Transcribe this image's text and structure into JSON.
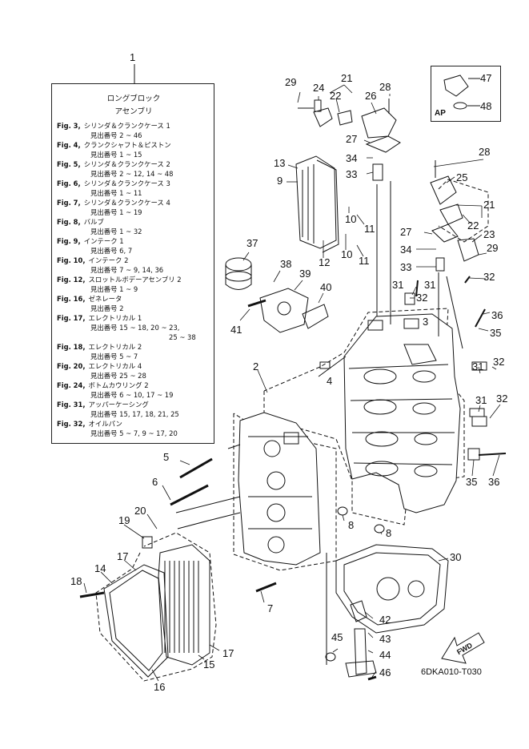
{
  "header_number": "1",
  "legend": {
    "title_line1": "ロングブロック",
    "title_line2": "アセンブリ",
    "entries": [
      {
        "fig": "Fig. 3,",
        "name": "シリンダ＆クランクケース 1",
        "sub": "見出番号 2 ~ 46"
      },
      {
        "fig": "Fig. 4,",
        "name": "クランクシャフト＆ピストン",
        "sub": "見出番号 1 ~ 15"
      },
      {
        "fig": "Fig. 5,",
        "name": "シリンダ＆クランクケース 2",
        "sub": "見出番号 2 ~ 12, 14 ~ 48"
      },
      {
        "fig": "Fig. 6,",
        "name": "シリンダ＆クランクケース 3",
        "sub": "見出番号 1 ~ 11"
      },
      {
        "fig": "Fig. 7,",
        "name": "シリンダ＆クランクケース 4",
        "sub": "見出番号 1 ~ 19"
      },
      {
        "fig": "Fig. 8,",
        "name": "バルブ",
        "sub": "見出番号 1 ~ 32"
      },
      {
        "fig": "Fig. 9,",
        "name": "インテーク 1",
        "sub": "見出番号 6, 7"
      },
      {
        "fig": "Fig. 10,",
        "name": "インテーク 2",
        "sub": "見出番号 7 ~ 9, 14, 36"
      },
      {
        "fig": "Fig. 12,",
        "name": "スロットルボデーアセンブリ 2",
        "sub": "見出番号 1 ~ 9"
      },
      {
        "fig": "Fig. 16,",
        "name": "ゼネレータ",
        "sub": "見出番号 2"
      },
      {
        "fig": "Fig. 17,",
        "name": "エレクトリカル 1",
        "sub": "見出番号 15 ~ 18, 20 ~ 23,",
        "sub2": "25 ~ 38"
      },
      {
        "fig": "Fig. 18,",
        "name": "エレクトリカル 2",
        "sub": "見出番号 5 ~ 7"
      },
      {
        "fig": "Fig. 20,",
        "name": "エレクトリカル 4",
        "sub": "見出番号 25 ~ 28"
      },
      {
        "fig": "Fig. 24,",
        "name": "ボトムカウリング 2",
        "sub": "見出番号 6 ~ 10, 17 ~ 19"
      },
      {
        "fig": "Fig. 31,",
        "name": "アッパーケーシング",
        "sub": "見出番号 15, 17, 18, 21, 25"
      },
      {
        "fig": "Fig. 32,",
        "name": "オイルパン",
        "sub": "見出番号 5 ~ 7, 9 ~ 17, 20"
      }
    ]
  },
  "ap_box": {
    "label": "AP",
    "callouts": [
      "47",
      "48"
    ]
  },
  "fwd_label": "FWD",
  "drawing_code": "6DKA010-T030",
  "callouts": [
    {
      "id": "c2",
      "text": "2"
    },
    {
      "id": "c3",
      "text": "3"
    },
    {
      "id": "c4",
      "text": "4"
    },
    {
      "id": "c5",
      "text": "5"
    },
    {
      "id": "c6",
      "text": "6"
    },
    {
      "id": "c7",
      "text": "7"
    },
    {
      "id": "c8a",
      "text": "8"
    },
    {
      "id": "c8b",
      "text": "8"
    },
    {
      "id": "c9",
      "text": "9"
    },
    {
      "id": "c10a",
      "text": "10"
    },
    {
      "id": "c10b",
      "text": "10"
    },
    {
      "id": "c11a",
      "text": "11"
    },
    {
      "id": "c11b",
      "text": "11"
    },
    {
      "id": "c12",
      "text": "12"
    },
    {
      "id": "c13",
      "text": "13"
    },
    {
      "id": "c14",
      "text": "14"
    },
    {
      "id": "c15",
      "text": "15"
    },
    {
      "id": "c16",
      "text": "16"
    },
    {
      "id": "c17a",
      "text": "17"
    },
    {
      "id": "c17b",
      "text": "17"
    },
    {
      "id": "c18",
      "text": "18"
    },
    {
      "id": "c19",
      "text": "19"
    },
    {
      "id": "c20",
      "text": "20"
    },
    {
      "id": "c21a",
      "text": "21"
    },
    {
      "id": "c21b",
      "text": "21"
    },
    {
      "id": "c22a",
      "text": "22"
    },
    {
      "id": "c22b",
      "text": "22"
    },
    {
      "id": "c23",
      "text": "23"
    },
    {
      "id": "c24",
      "text": "24"
    },
    {
      "id": "c25",
      "text": "25"
    },
    {
      "id": "c26",
      "text": "26"
    },
    {
      "id": "c27a",
      "text": "27"
    },
    {
      "id": "c27b",
      "text": "27"
    },
    {
      "id": "c28a",
      "text": "28"
    },
    {
      "id": "c28b",
      "text": "28"
    },
    {
      "id": "c29a",
      "text": "29"
    },
    {
      "id": "c29b",
      "text": "29"
    },
    {
      "id": "c30",
      "text": "30"
    },
    {
      "id": "c31a",
      "text": "31"
    },
    {
      "id": "c31b",
      "text": "31"
    },
    {
      "id": "c31c",
      "text": "31"
    },
    {
      "id": "c31d",
      "text": "31"
    },
    {
      "id": "c32a",
      "text": "32"
    },
    {
      "id": "c32b",
      "text": "32"
    },
    {
      "id": "c32c",
      "text": "32"
    },
    {
      "id": "c32d",
      "text": "32"
    },
    {
      "id": "c33a",
      "text": "33"
    },
    {
      "id": "c33b",
      "text": "33"
    },
    {
      "id": "c34a",
      "text": "34"
    },
    {
      "id": "c34b",
      "text": "34"
    },
    {
      "id": "c35a",
      "text": "35"
    },
    {
      "id": "c35b",
      "text": "35"
    },
    {
      "id": "c36a",
      "text": "36"
    },
    {
      "id": "c36b",
      "text": "36"
    },
    {
      "id": "c37",
      "text": "37"
    },
    {
      "id": "c38",
      "text": "38"
    },
    {
      "id": "c39",
      "text": "39"
    },
    {
      "id": "c40",
      "text": "40"
    },
    {
      "id": "c41",
      "text": "41"
    },
    {
      "id": "c42",
      "text": "42"
    },
    {
      "id": "c43",
      "text": "43"
    },
    {
      "id": "c44",
      "text": "44"
    },
    {
      "id": "c45",
      "text": "45"
    },
    {
      "id": "c46",
      "text": "46"
    }
  ]
}
